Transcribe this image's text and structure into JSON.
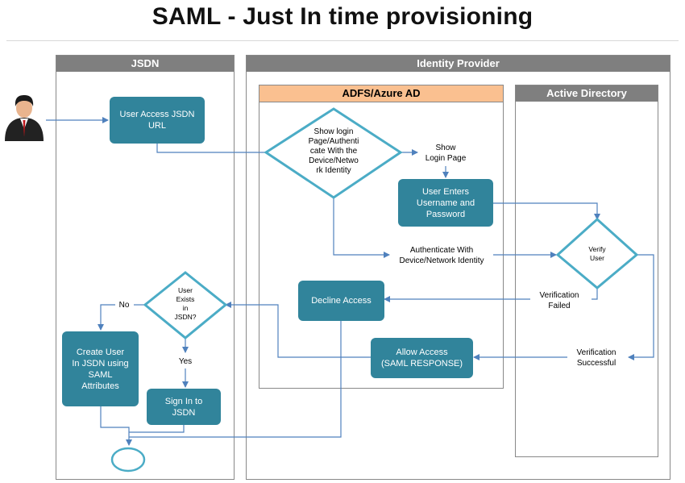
{
  "title": "SAML - Just In time provisioning",
  "lanes": {
    "jsdn": "JSDN",
    "identity_provider": "Identity Provider",
    "adfs": "ADFS/Azure AD",
    "active_directory": "Active Directory"
  },
  "nodes": {
    "user_access": "User Access JSDN\nURL",
    "show_login_diamond": "Show login\nPage/Authenti\ncate With the\nDevice/Netwo\nrk Identity",
    "user_enters": "User Enters\nUsername and\nPassword",
    "verify_user": "Verify\nUser",
    "decline_access": "Decline Access",
    "allow_access": "Allow Access\n(SAML RESPONSE)",
    "user_exists": "User\nExists\nin\nJSDN?",
    "create_user": "Create User\nIn JSDN using\nSAML\nAttributes",
    "sign_in": "Sign In to\nJSDN"
  },
  "labels": {
    "show_login_page": "Show\nLogin Page",
    "authenticate_with": "Authenticate With\nDevice/Network Identity",
    "verification_failed": "Verification\nFailed",
    "verification_successful": "Verification\nSuccessful",
    "no": "No",
    "yes": "Yes"
  },
  "colors": {
    "process_fill": "#31849b",
    "diamond_stroke": "#4bacc6",
    "connector": "#4f81bd",
    "lane_header": "#7f7f7f",
    "adfs_header": "#fac090"
  }
}
